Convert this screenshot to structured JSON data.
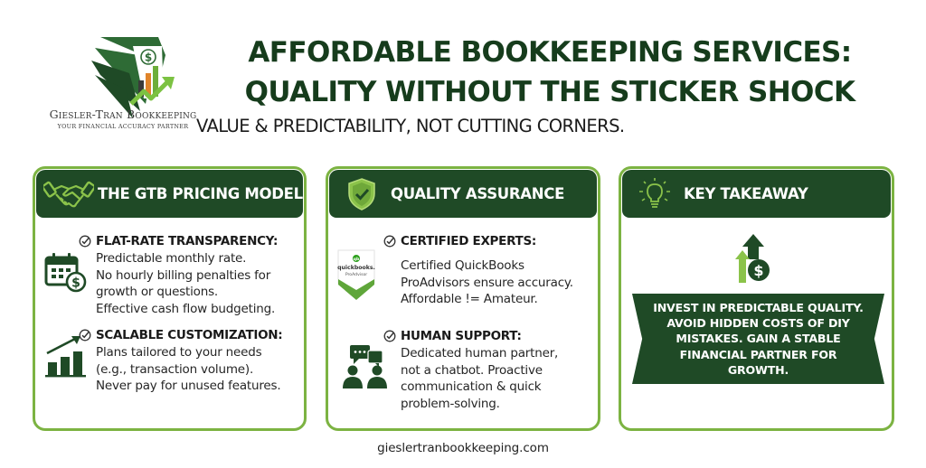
{
  "logo": {
    "name": "Giesler-Tran Bookkeeping",
    "tagline": "YOUR FINANCIAL ACCURACY PARTNER",
    "icon": "money-growth-chart-logo-icon"
  },
  "header": {
    "title_line1": "AFFORDABLE BOOKKEEPING SERVICES:",
    "title_line2": "QUALITY WITHOUT THE STICKER SHOCK",
    "subtitle": "VALUE & PREDICTABILITY, NOT CUTTING CORNERS."
  },
  "colors": {
    "dark_green": "#1f4a26",
    "title_green": "#163c1c",
    "accent_green": "#7cb342",
    "text": "#1a1a1a",
    "background": "#ffffff"
  },
  "cards": [
    {
      "title": "THE GTB PRICING MODEL",
      "icon": "handshake-icon",
      "features": [
        {
          "heading": "FLAT-RATE TRANSPARENCY:",
          "icon": "calendar-dollar-icon",
          "lines": [
            "Predictable monthly rate.",
            "No hourly billing penalties for",
            "growth or questions.",
            "Effective cash flow budgeting."
          ]
        },
        {
          "heading": "SCALABLE CUSTOMIZATION:",
          "icon": "growth-bar-chart-icon",
          "lines": [
            "Plans tailored to your needs",
            "(e.g., transaction volume).",
            "Never pay for unused features."
          ]
        }
      ]
    },
    {
      "title": "QUALITY ASSURANCE",
      "icon": "shield-check-icon",
      "features": [
        {
          "heading": "CERTIFIED EXPERTS:",
          "icon": "quickbooks-proadvisor-badge-icon",
          "badge": {
            "brand": "quickbooks.",
            "label": "ProAdvisor",
            "logo_text": "qb"
          },
          "lines": [
            "Certified QuickBooks",
            "ProAdvisors ensure accuracy.",
            "Affordable != Amateur."
          ]
        },
        {
          "heading": "HUMAN SUPPORT:",
          "icon": "people-chat-icon",
          "lines": [
            "Dedicated human partner,",
            "not a chatbot. Proactive",
            "communication & quick",
            "problem-solving."
          ]
        }
      ]
    },
    {
      "title": "KEY TAKEAWAY",
      "icon": "lightbulb-icon",
      "graphic": "arrows-up-dollar-icon",
      "ribbon_lines": [
        "INVEST IN PREDICTABLE QUALITY.",
        "AVOID HIDDEN COSTS OF DIY",
        "MISTAKES. GAIN A STABLE",
        "FINANCIAL PARTNER FOR",
        "GROWTH."
      ]
    }
  ],
  "footer": {
    "url": "gieslertranbookkeeping.com"
  }
}
